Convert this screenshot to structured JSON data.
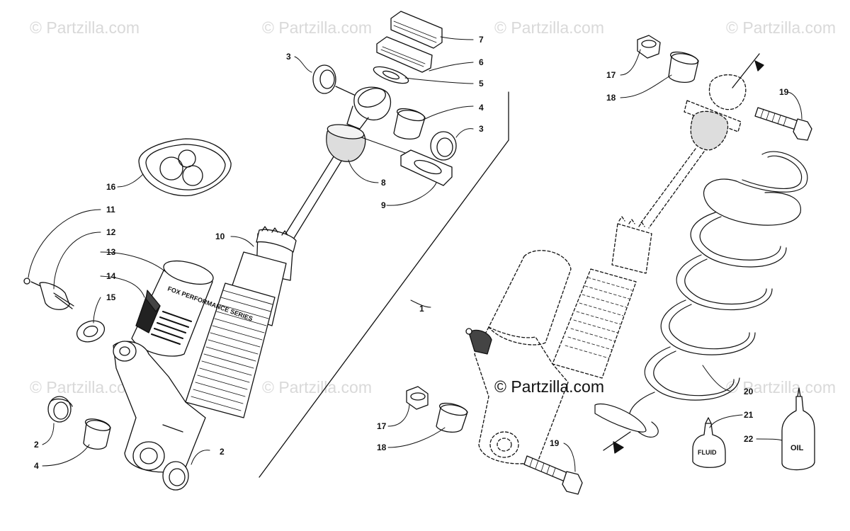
{
  "watermark": {
    "text": "© Partzilla.com",
    "center_text": "© Partzilla.com"
  },
  "callouts": [
    {
      "id": "c1",
      "n": "1"
    },
    {
      "id": "c2a",
      "n": "2"
    },
    {
      "id": "c2b",
      "n": "2"
    },
    {
      "id": "c3a",
      "n": "3"
    },
    {
      "id": "c3b",
      "n": "3"
    },
    {
      "id": "c4a",
      "n": "4"
    },
    {
      "id": "c4b",
      "n": "4"
    },
    {
      "id": "c5",
      "n": "5"
    },
    {
      "id": "c6",
      "n": "6"
    },
    {
      "id": "c7",
      "n": "7"
    },
    {
      "id": "c8",
      "n": "8"
    },
    {
      "id": "c9",
      "n": "9"
    },
    {
      "id": "c10",
      "n": "10"
    },
    {
      "id": "c11",
      "n": "11"
    },
    {
      "id": "c12",
      "n": "12"
    },
    {
      "id": "c13",
      "n": "13"
    },
    {
      "id": "c14",
      "n": "14"
    },
    {
      "id": "c15",
      "n": "15"
    },
    {
      "id": "c16",
      "n": "16"
    },
    {
      "id": "c17a",
      "n": "17"
    },
    {
      "id": "c17b",
      "n": "17"
    },
    {
      "id": "c18a",
      "n": "18"
    },
    {
      "id": "c18b",
      "n": "18"
    },
    {
      "id": "c19a",
      "n": "19"
    },
    {
      "id": "c19b",
      "n": "19"
    },
    {
      "id": "c20",
      "n": "20"
    },
    {
      "id": "c21",
      "n": "21"
    },
    {
      "id": "c22",
      "n": "22"
    }
  ],
  "bottle_labels": {
    "fluid": "FLUID",
    "oil": "OIL"
  }
}
